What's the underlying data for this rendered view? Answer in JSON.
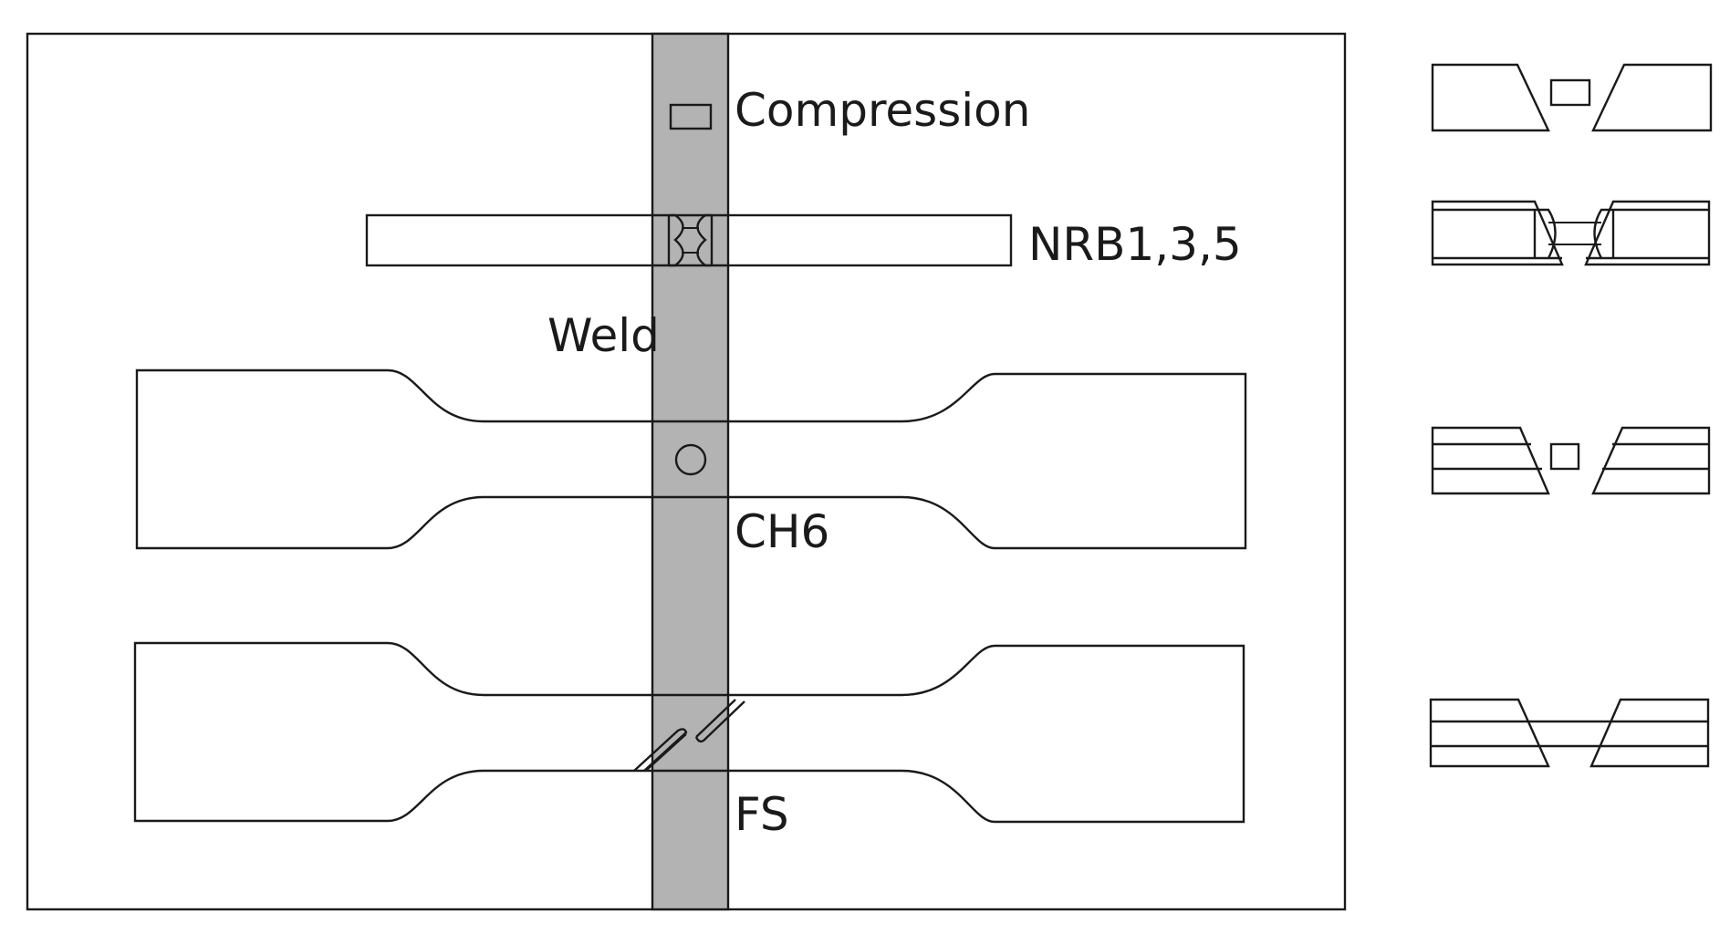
{
  "labels": {
    "compression": "Compression",
    "nrb": "NRB1,3,5",
    "weld": "Weld",
    "ch6": "CH6",
    "fs": "FS"
  },
  "colors": {
    "weld_fill": "#b3b3b3",
    "line": "#1a1a1a",
    "background": "#ffffff"
  }
}
